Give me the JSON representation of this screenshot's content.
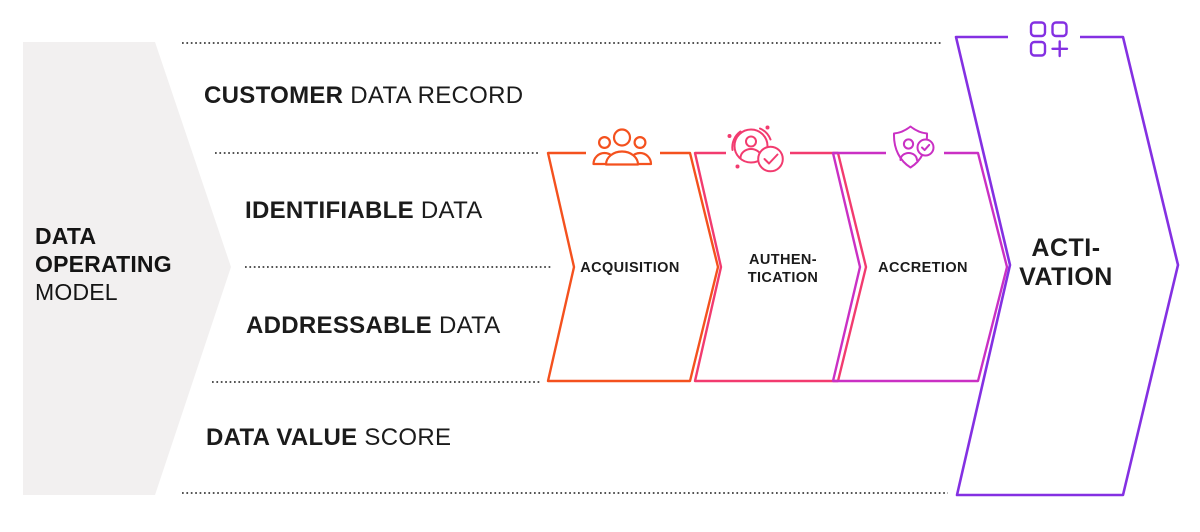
{
  "diagram_title": {
    "line1": "DATA",
    "line2": "OPERATING",
    "line3": "MODEL"
  },
  "rows": [
    {
      "bold": "CUSTOMER",
      "rest": " DATA RECORD"
    },
    {
      "bold": "IDENTIFIABLE",
      "rest": " DATA"
    },
    {
      "bold": "ADDRESSABLE",
      "rest": " DATA"
    },
    {
      "bold": "DATA VALUE",
      "rest": " SCORE"
    }
  ],
  "stages": [
    {
      "line1": "ACQUISITION",
      "line2": "",
      "color": "#F4511E",
      "icon": "people-group-icon"
    },
    {
      "line1": "AUTHEN-",
      "line2": "TICATION",
      "color": "#F23B6F",
      "icon": "identity-check-icon"
    },
    {
      "line1": "ACCRETION",
      "line2": "",
      "color": "#CA30C4",
      "icon": "shield-user-icon"
    },
    {
      "line1": "ACTI-",
      "line2": "VATION",
      "color": "#8430E2",
      "icon": "apps-plus-icon"
    }
  ]
}
